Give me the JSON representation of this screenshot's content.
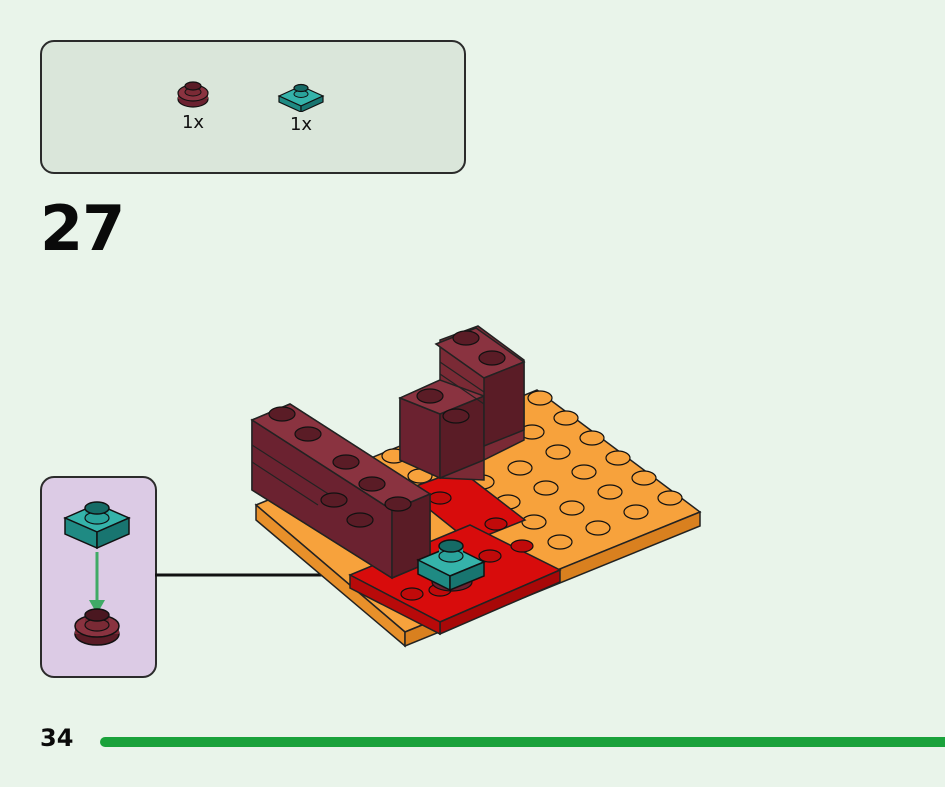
{
  "step": {
    "number": "27"
  },
  "parts": [
    {
      "name": "dark-red-round-plate-1x1",
      "qty": "1x",
      "color": "#7a2a35"
    },
    {
      "name": "teal-plate-1x1",
      "qty": "1x",
      "color": "#2aa39b"
    }
  ],
  "page": {
    "number": "34"
  },
  "colors": {
    "background": "#e9f4ea",
    "parts_box": "#dae6da",
    "callout_box": "#dccbe5",
    "progress": "#1aa23b",
    "orange": "#f7a23c",
    "dark_red": "#7a2a35",
    "bright_red": "#d80c0c",
    "teal": "#2aa39b",
    "arrow_green": "#3faa66"
  }
}
